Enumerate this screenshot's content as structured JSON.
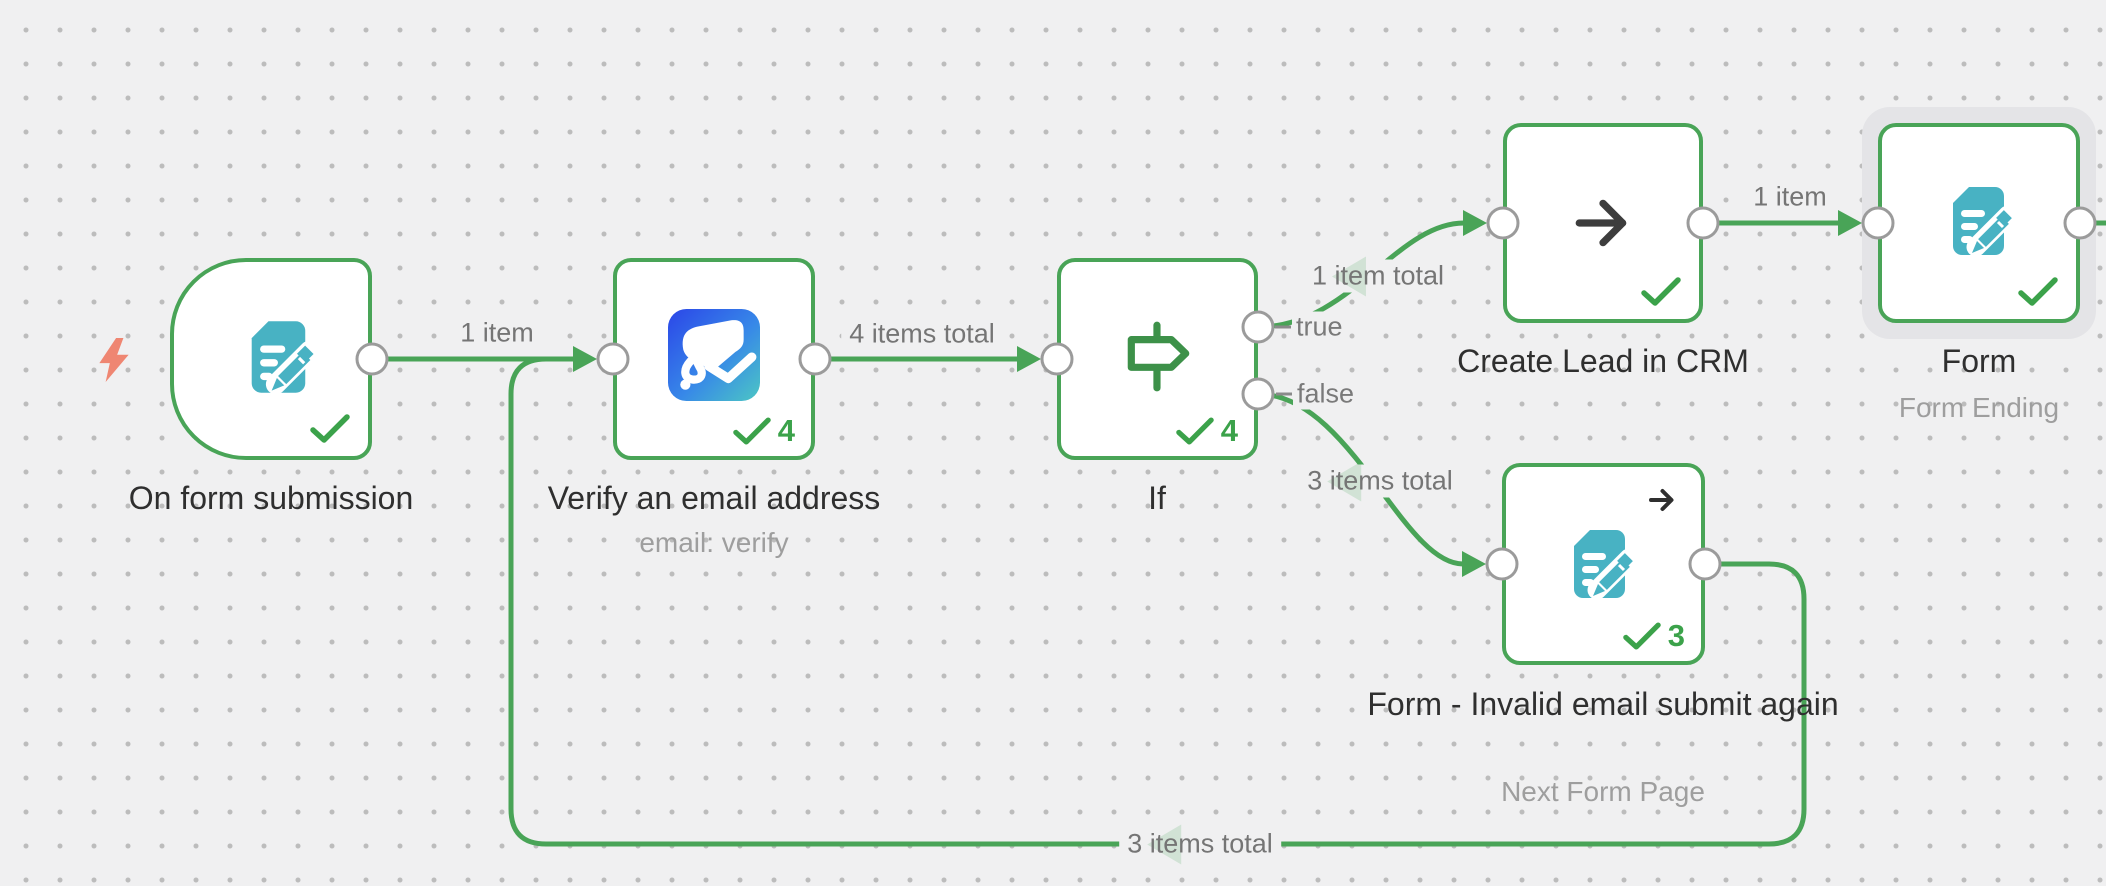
{
  "canvas": {
    "background": "#f0f0f1",
    "dot_color": "#bcbcbc",
    "accent_green": "#49a457",
    "selection_halo": "#e4e4e7",
    "teal_icon_color": "#48b2c3",
    "trigger_bolt_color": "#ef8672",
    "dark_arrow_color": "#3d3d3d"
  },
  "nodes": {
    "trigger": {
      "title": "On form submission"
    },
    "verify": {
      "title": "Verify an email address",
      "subtitle": "email: verify",
      "count": "4"
    },
    "if": {
      "title": "If",
      "count": "4",
      "true_label": "true",
      "false_label": "false"
    },
    "create_lead": {
      "title": "Create Lead in CRM"
    },
    "form": {
      "title": "Form",
      "subtitle": "Form Ending",
      "selected": true
    },
    "form_invalid": {
      "title": "Form - Invalid email submit again",
      "subtitle": "Next Form Page",
      "count": "3"
    }
  },
  "connections": {
    "trigger_to_verify": "1 item",
    "verify_to_if": "4 items total",
    "if_true_to_create_lead": "1 item total",
    "if_false_to_form_invalid": "3 items total",
    "create_lead_to_form": "1 item",
    "form_invalid_loop_to_verify": "3 items total"
  }
}
